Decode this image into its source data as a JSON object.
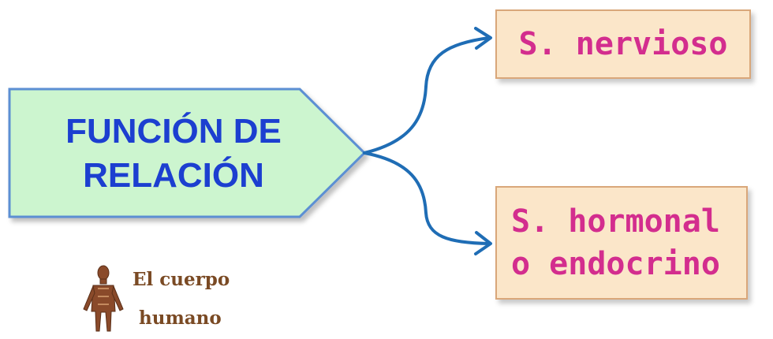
{
  "main": {
    "line1": "FUNCIÓN DE",
    "line2": "RELACIÓN"
  },
  "branches": {
    "top": {
      "label": "S. nervioso"
    },
    "bottom": {
      "line1": "S. hormonal",
      "line2": "o endocrino"
    }
  },
  "logo": {
    "line1": "El cuerpo",
    "line2": "humano"
  },
  "colors": {
    "main_fill": "#ccf5cf",
    "main_border": "#5b8fd3",
    "main_text": "#1c3fd0",
    "box_fill": "#fbe6c9",
    "box_border": "#d9a77a",
    "box_text": "#d32d8e",
    "arrow": "#1f6db5"
  },
  "icons": {
    "logo_figure": "human-anatomy-figure-icon"
  }
}
